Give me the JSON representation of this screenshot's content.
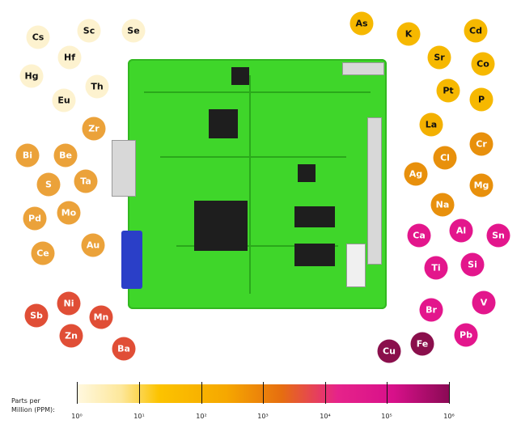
{
  "elements": [
    {
      "sym": "Cs",
      "c": "#fdf2cf",
      "t": "#111"
    },
    {
      "sym": "Sc",
      "c": "#fdf2cf",
      "t": "#111"
    },
    {
      "sym": "Se",
      "c": "#fdf2cf",
      "t": "#111"
    },
    {
      "sym": "Hf",
      "c": "#fdf2cf",
      "t": "#111"
    },
    {
      "sym": "Hg",
      "c": "#fdf2cf",
      "t": "#111"
    },
    {
      "sym": "Th",
      "c": "#fdf2cf",
      "t": "#111"
    },
    {
      "sym": "Eu",
      "c": "#fdf2cf",
      "t": "#111"
    },
    {
      "sym": "Zr",
      "c": "#eba23a",
      "t": "#fff"
    },
    {
      "sym": "Bi",
      "c": "#eba23a",
      "t": "#fff"
    },
    {
      "sym": "Be",
      "c": "#eba23a",
      "t": "#fff"
    },
    {
      "sym": "S",
      "c": "#eba23a",
      "t": "#fff"
    },
    {
      "sym": "Ta",
      "c": "#eba23a",
      "t": "#fff"
    },
    {
      "sym": "Pd",
      "c": "#eba23a",
      "t": "#fff"
    },
    {
      "sym": "Mo",
      "c": "#eba23a",
      "t": "#fff"
    },
    {
      "sym": "Au",
      "c": "#eba23a",
      "t": "#fff"
    },
    {
      "sym": "Ce",
      "c": "#eba23a",
      "t": "#fff"
    },
    {
      "sym": "Ni",
      "c": "#e04e36",
      "t": "#fff"
    },
    {
      "sym": "Sb",
      "c": "#e04e36",
      "t": "#fff"
    },
    {
      "sym": "Mn",
      "c": "#e04e36",
      "t": "#fff"
    },
    {
      "sym": "Zn",
      "c": "#e04e36",
      "t": "#fff"
    },
    {
      "sym": "Ba",
      "c": "#e04e36",
      "t": "#fff"
    },
    {
      "sym": "As",
      "c": "#f6b800",
      "t": "#111"
    },
    {
      "sym": "K",
      "c": "#f6b800",
      "t": "#111"
    },
    {
      "sym": "Cd",
      "c": "#f6b800",
      "t": "#111"
    },
    {
      "sym": "Sr",
      "c": "#f6b800",
      "t": "#111"
    },
    {
      "sym": "Co",
      "c": "#f6b800",
      "t": "#111"
    },
    {
      "sym": "Pt",
      "c": "#f6b800",
      "t": "#111"
    },
    {
      "sym": "P",
      "c": "#f6b800",
      "t": "#111"
    },
    {
      "sym": "La",
      "c": "#f3b000",
      "t": "#111"
    },
    {
      "sym": "Cr",
      "c": "#e8900c",
      "t": "#fff"
    },
    {
      "sym": "Cl",
      "c": "#e8900c",
      "t": "#fff"
    },
    {
      "sym": "Ag",
      "c": "#e8900c",
      "t": "#fff"
    },
    {
      "sym": "Mg",
      "c": "#e8900c",
      "t": "#fff"
    },
    {
      "sym": "Na",
      "c": "#e8900c",
      "t": "#fff"
    },
    {
      "sym": "Ca",
      "c": "#e3168c",
      "t": "#fff"
    },
    {
      "sym": "Al",
      "c": "#e3168c",
      "t": "#fff"
    },
    {
      "sym": "Sn",
      "c": "#e3168c",
      "t": "#fff"
    },
    {
      "sym": "Ti",
      "c": "#e3168c",
      "t": "#fff"
    },
    {
      "sym": "Si",
      "c": "#e3168c",
      "t": "#fff"
    },
    {
      "sym": "V",
      "c": "#e3168c",
      "t": "#fff"
    },
    {
      "sym": "Br",
      "c": "#e3168c",
      "t": "#fff"
    },
    {
      "sym": "Pb",
      "c": "#e3168c",
      "t": "#fff"
    },
    {
      "sym": "Cu",
      "c": "#8a0f4c",
      "t": "#fff"
    },
    {
      "sym": "Fe",
      "c": "#8a0f4c",
      "t": "#fff"
    }
  ],
  "legend": {
    "label_line1": "Parts per",
    "label_line2": "Million (PPM):",
    "ticks": [
      "10⁰",
      "10¹",
      "10²",
      "10³",
      "10⁴",
      "10⁵",
      "10⁶"
    ]
  }
}
